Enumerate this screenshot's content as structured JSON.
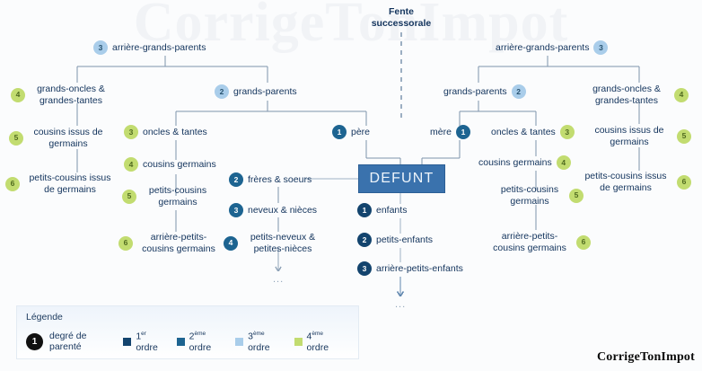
{
  "watermark": "CorrigeTonImpot",
  "brand": "CorrigeTonImpot",
  "fente": {
    "line1": "Fente",
    "line2": "successorale"
  },
  "defunt": {
    "label": "DEFUNT"
  },
  "ellipsis": "...",
  "colors": {
    "ordre1": "#13446e",
    "ordre2": "#1d6491",
    "ordre3": "#a9cdea",
    "ordre4": "#c2dc70",
    "defunt_box": "#3a72ad",
    "connector": "#7e93ab",
    "background": "#fbfcfd",
    "text": "#12335c"
  },
  "nodes": {
    "left_ggp": {
      "degree": "3",
      "label": "arrière-grands-parents",
      "order": 3
    },
    "left_gouncles": {
      "degree": "4",
      "label": "grands-oncles & grandes-tantes",
      "order": 4
    },
    "left_cousissu": {
      "degree": "5",
      "label": "cousins issus de germains",
      "order": 4
    },
    "left_pcousissu": {
      "degree": "6",
      "label": "petits-cousins issus de germains",
      "order": 4
    },
    "left_gp": {
      "degree": "2",
      "label": "grands-parents",
      "order": 3
    },
    "left_oncles": {
      "degree": "3",
      "label": "oncles & tantes",
      "order": 4
    },
    "left_cousgerm": {
      "degree": "4",
      "label": "cousins germains",
      "order": 4
    },
    "left_pcousgerm": {
      "degree": "5",
      "label": "petits-cousins germains",
      "order": 4
    },
    "left_apcousgerm": {
      "degree": "6",
      "label": "arrière-petits-cousins germains",
      "order": 4
    },
    "pere": {
      "degree": "1",
      "label": "père",
      "order": 2
    },
    "freres": {
      "degree": "2",
      "label": "frères & soeurs",
      "order": 2
    },
    "neveux": {
      "degree": "3",
      "label": "neveux & nièces",
      "order": 2
    },
    "petitsneveux": {
      "degree": "4",
      "label": "petits-neveux & petites-nièces",
      "order": 2
    },
    "enfants": {
      "degree": "1",
      "label": "enfants",
      "order": 1
    },
    "petitsenfants": {
      "degree": "2",
      "label": "petits-enfants",
      "order": 1
    },
    "arrierepetitsenfants": {
      "degree": "3",
      "label": "arrière-petits-enfants",
      "order": 1
    },
    "mere": {
      "degree": "1",
      "label": "mère",
      "order": 2
    },
    "right_ggp": {
      "degree": "3",
      "label": "arrière-grands-parents",
      "order": 3
    },
    "right_gp": {
      "degree": "2",
      "label": "grands-parents",
      "order": 3
    },
    "right_gouncles": {
      "degree": "4",
      "label": "grands-oncles & grandes-tantes",
      "order": 4
    },
    "right_oncles": {
      "degree": "3",
      "label": "oncles & tantes",
      "order": 4
    },
    "right_cousgerm": {
      "degree": "4",
      "label": "cousins germains",
      "order": 4
    },
    "right_pcousgerm": {
      "degree": "5",
      "label": "petits-cousins germains",
      "order": 4
    },
    "right_apcousgerm": {
      "degree": "6",
      "label": "arrière-petits-cousins germains",
      "order": 4
    },
    "right_cousissu": {
      "degree": "5",
      "label": "cousins issus de germains",
      "order": 4
    },
    "right_pcousissu": {
      "degree": "6",
      "label": "petits-cousins issus de germains",
      "order": 4
    }
  },
  "legend": {
    "title": "Légende",
    "degree_badge": "1",
    "degree_label": "degré de parenté",
    "items": [
      {
        "num": "1",
        "sup": "er",
        "text": " ordre",
        "color": "#13446e"
      },
      {
        "num": "2",
        "sup": "ème",
        "text": " ordre",
        "color": "#1d6491"
      },
      {
        "num": "3",
        "sup": "ème",
        "text": " ordre",
        "color": "#a9cdea"
      },
      {
        "num": "4",
        "sup": "ème",
        "text": " ordre",
        "color": "#c2dc70"
      }
    ]
  }
}
